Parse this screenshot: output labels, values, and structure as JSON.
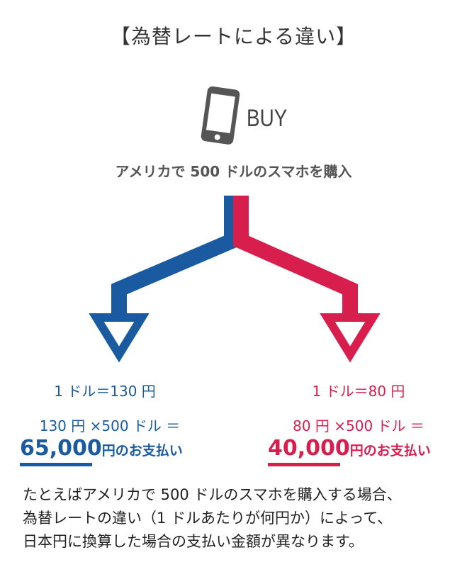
{
  "title": "【為替レートによる違い】",
  "icon": "smartphone-icon",
  "buy_label": "BUY",
  "subtitle": "アメリカで 500 ドルのスマホを購入",
  "colors": {
    "blue": "#1a5aa0",
    "red": "#d81e4d",
    "icon_gray": "#555555"
  },
  "left": {
    "rate": "1 ドル＝130 円",
    "calc": "130 円 ×500 ドル ＝",
    "amount": "65,000",
    "suffix": "円のお支払い"
  },
  "right": {
    "rate": "1 ドル＝80 円",
    "calc": "80 円 ×500 ドル ＝",
    "amount": "40,000",
    "suffix": "円のお支払い"
  },
  "description": [
    "たとえばアメリカで 500 ドルのスマホを購入する場合、",
    "為替レートの違い（1 ドルあたりが何円か）によって、",
    "日本円に換算した場合の支払い金額が異なります。"
  ]
}
